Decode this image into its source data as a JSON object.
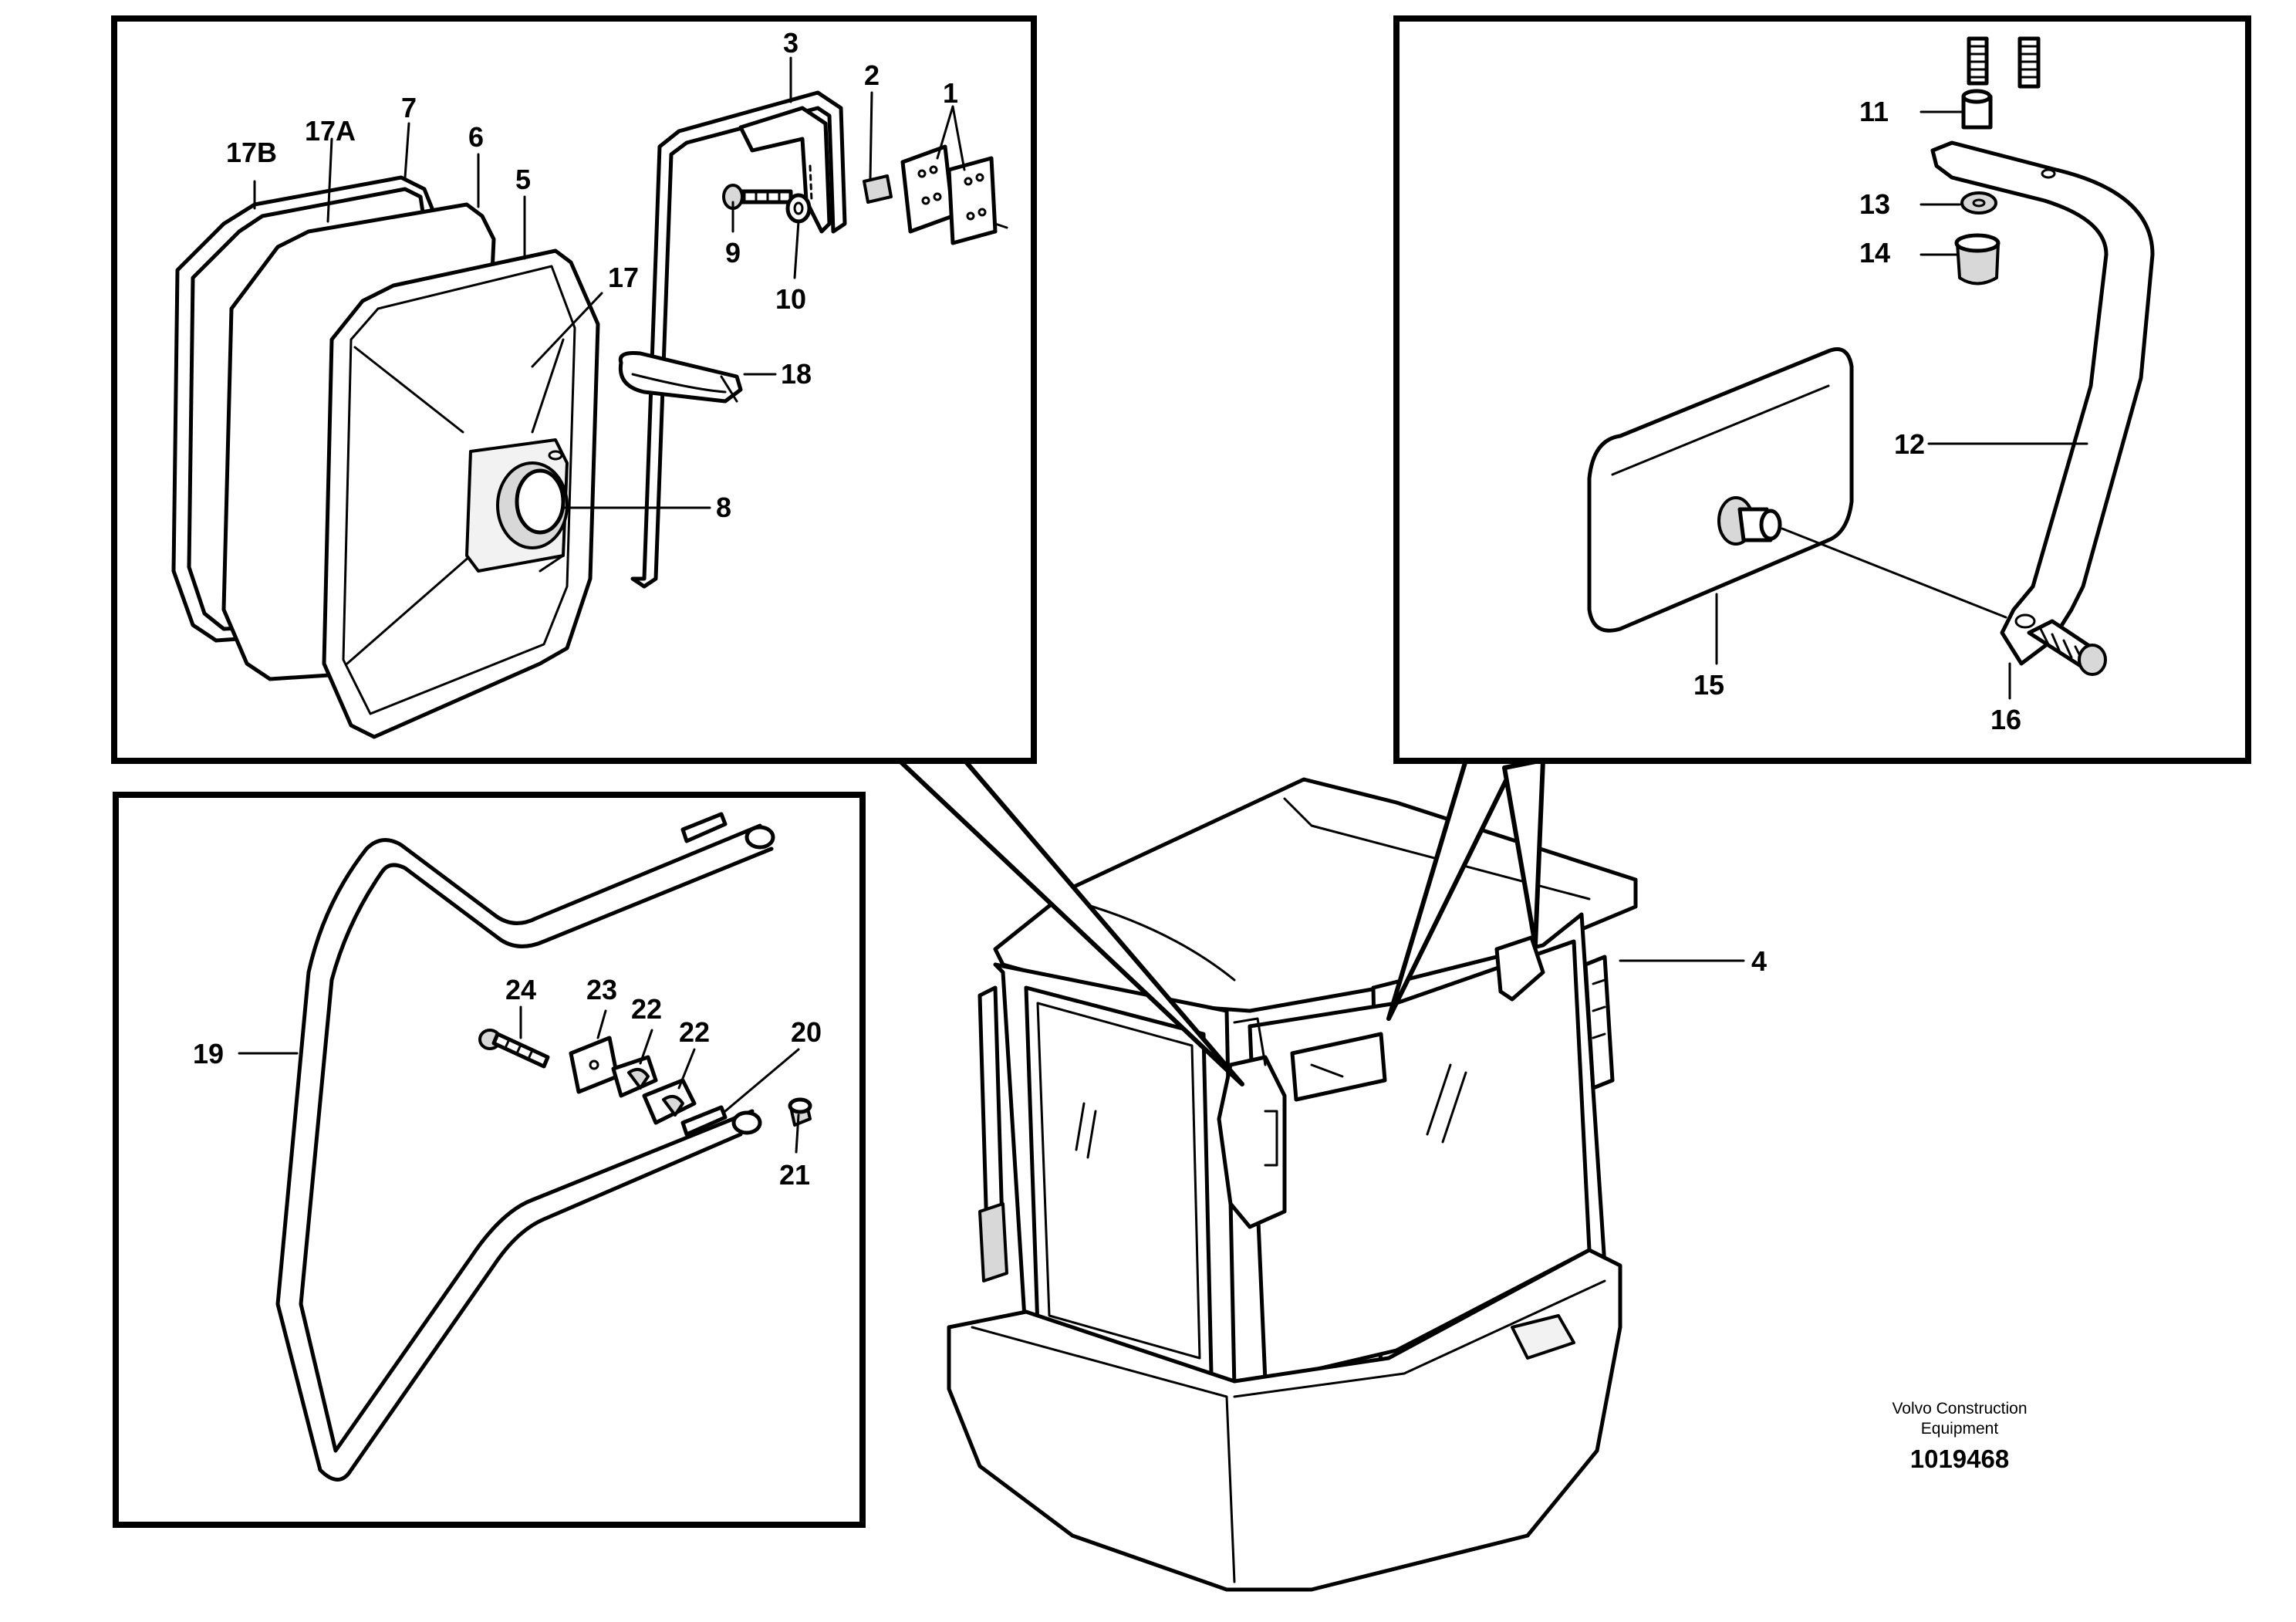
{
  "callouts": {
    "c1": "1",
    "c2": "2",
    "c3": "3",
    "c4": "4",
    "c5": "5",
    "c6": "6",
    "c7": "7",
    "c8": "8",
    "c9": "9",
    "c10": "10",
    "c11": "11",
    "c12": "12",
    "c13": "13",
    "c14": "14",
    "c15": "15",
    "c16": "16",
    "c17": "17",
    "c17a": "17A",
    "c17b": "17B",
    "c18": "18",
    "c19": "19",
    "c20": "20",
    "c21": "21",
    "c22a": "22",
    "c22b": "22",
    "c23": "23",
    "c24": "24"
  },
  "footer": {
    "maker_line1": "Volvo Construction",
    "maker_line2": "Equipment",
    "doc_number": "1019468"
  }
}
